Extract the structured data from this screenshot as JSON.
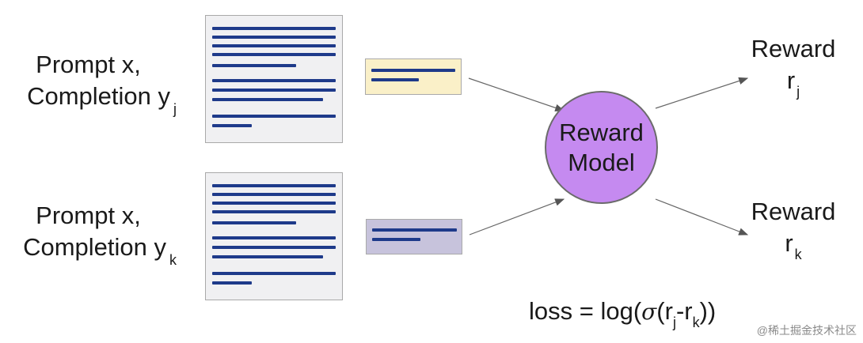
{
  "inputs": [
    {
      "prompt": "Prompt x,",
      "completion": "Completion",
      "var": "y",
      "sub": "j"
    },
    {
      "prompt": "Prompt x,",
      "completion": "Completion",
      "var": "y",
      "sub": "k"
    }
  ],
  "model": {
    "line1": "Reward",
    "line2": "Model"
  },
  "outputs": [
    {
      "label": "Reward",
      "var": "r",
      "sub": "j"
    },
    {
      "label": "Reward",
      "var": "r",
      "sub": "k"
    }
  ],
  "loss": {
    "prefix": "loss = log(",
    "sigma": "σ",
    "open": "(",
    "r1": "r",
    "s1": "j",
    "dash": "-",
    "r2": "r",
    "s2": "k",
    "close": "))"
  },
  "colors": {
    "chip_top": "#faf0c8",
    "chip_bottom": "#c7c3dc",
    "model_fill": "#c58af0",
    "text_lines": "#1e3a8a"
  },
  "watermark": "@稀土掘金技术社区"
}
